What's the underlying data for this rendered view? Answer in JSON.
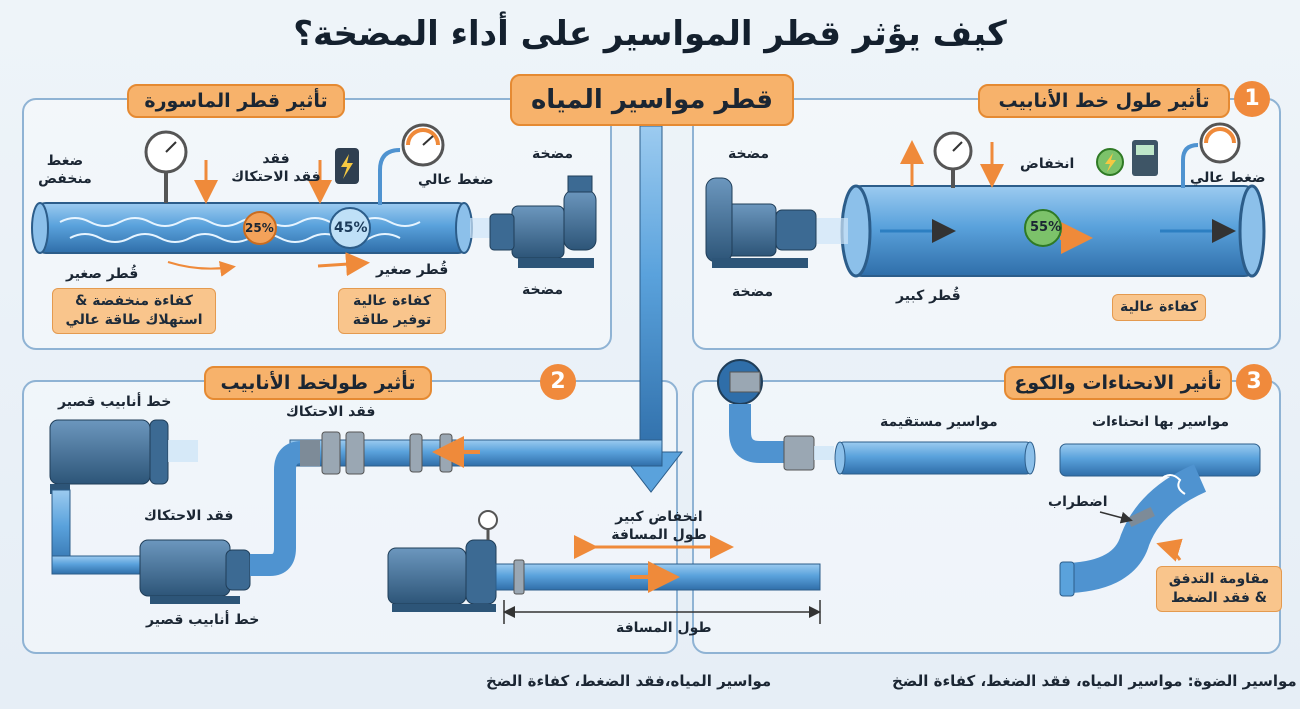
{
  "title": "كيف يؤثر قطر المواسير على أداء المضخة؟",
  "center_title": "قطر مواسير المياه",
  "panel_top_left": {
    "heading": "تأثير قطر الماسورة",
    "low_pressure": "ضغط\nمنخفض",
    "friction_loss": "فقد\nفقد الاحتكاك",
    "high_pressure": "ضغط عالي",
    "pump_top": "مضخة",
    "pump_bottom": "مضخة",
    "pct_left": "25%",
    "pct_right": "45%",
    "small_dia_1": "قُطر صغير",
    "small_dia_2": "قُطر صغير",
    "note_left": "كفاءة منخفضة &\nاستهلاك طاقة عالي",
    "note_right": "كفاءة عالية\nتوفير طاقة"
  },
  "panel_top_right": {
    "badge": "1",
    "heading": "تأثير طول خط الأنابيب",
    "pump_top": "مضخة",
    "pump_bottom": "مضخة",
    "drop": "انخفاض",
    "high_pressure": "ضغط عالي",
    "pct": "55%",
    "large_dia": "قُطر كبير",
    "note": "كفاءة عالية"
  },
  "panel_bottom_left": {
    "badge": "2",
    "heading": "تأثير طولخط الأنابيب",
    "short_line_top": "خط أنابيب قصير",
    "friction_loss_left": "فقد الاحتكاك",
    "short_line_bottom": "خط أنابيب قصير",
    "friction_loss_top": "فقد الاحتكاك",
    "big_drop": "انخفاض كبير\nطول المسافة",
    "distance": "طول المسافة"
  },
  "panel_bottom_right": {
    "badge": "3",
    "heading": "تأثير الانحناءات والكوع",
    "straight": "مواسير مستقيمة",
    "bends": "مواسير بها انحناءات",
    "turbulence": "اضطراب",
    "note": "مقاومة التدفق\n& فقد الضغط"
  },
  "footer_left": "مواسير المياه،فقد الضغط، كفاءة الضخ",
  "footer_right": "مواسير الضوة: مواسير المياه، فقد الضغط، كفاءة الضخ",
  "colors": {
    "accent": "#f08a3c",
    "pipe": "#4f93d0",
    "panel_border": "#8fb3d4"
  }
}
